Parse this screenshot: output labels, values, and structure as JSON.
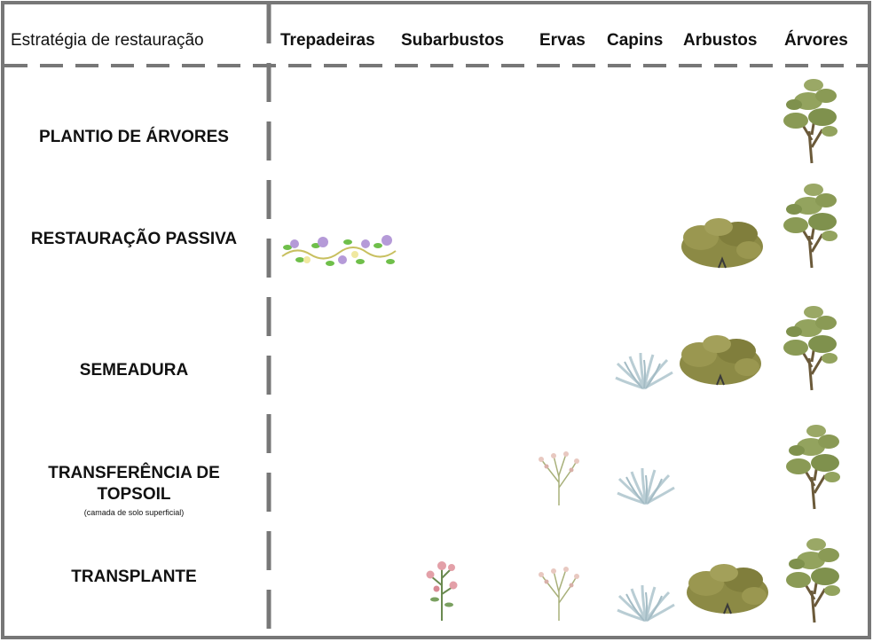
{
  "header": {
    "first_column": "Estratégia de restauração",
    "columns": [
      "Trepadeiras",
      "Subarbustos",
      "Ervas",
      "Capins",
      "Arbustos",
      "Árvores"
    ]
  },
  "rows": [
    {
      "label": "PLANTIO DE ÁRVORES",
      "sublabel": "",
      "plants": [
        "Árvores"
      ]
    },
    {
      "label": "RESTAURAÇÃO PASSIVA",
      "sublabel": "",
      "plants": [
        "Trepadeiras",
        "Arbustos",
        "Árvores"
      ]
    },
    {
      "label": "SEMEADURA",
      "sublabel": "",
      "plants": [
        "Capins",
        "Arbustos",
        "Árvores"
      ]
    },
    {
      "label": "TRANSFERÊNCIA DE TOPSOIL",
      "sublabel": "(camada de solo superficial)",
      "plants": [
        "Ervas",
        "Capins",
        "Árvores"
      ]
    },
    {
      "label": "TRANSPLANTE",
      "sublabel": "",
      "plants": [
        "Subarbustos",
        "Ervas",
        "Capins",
        "Arbustos",
        "Árvores"
      ]
    }
  ],
  "colors": {
    "frame": "#777777",
    "tree_foliage": "#8a9a55",
    "tree_trunk": "#6b5a3a",
    "shrub": "#8c8a45",
    "grass": "#b9cdd4",
    "vine_leaf": "#6fbf4a",
    "vine_flower": "#b59ad8",
    "subshrub_flower": "#e3a0a8",
    "herb_flower": "#e8c8c0"
  }
}
